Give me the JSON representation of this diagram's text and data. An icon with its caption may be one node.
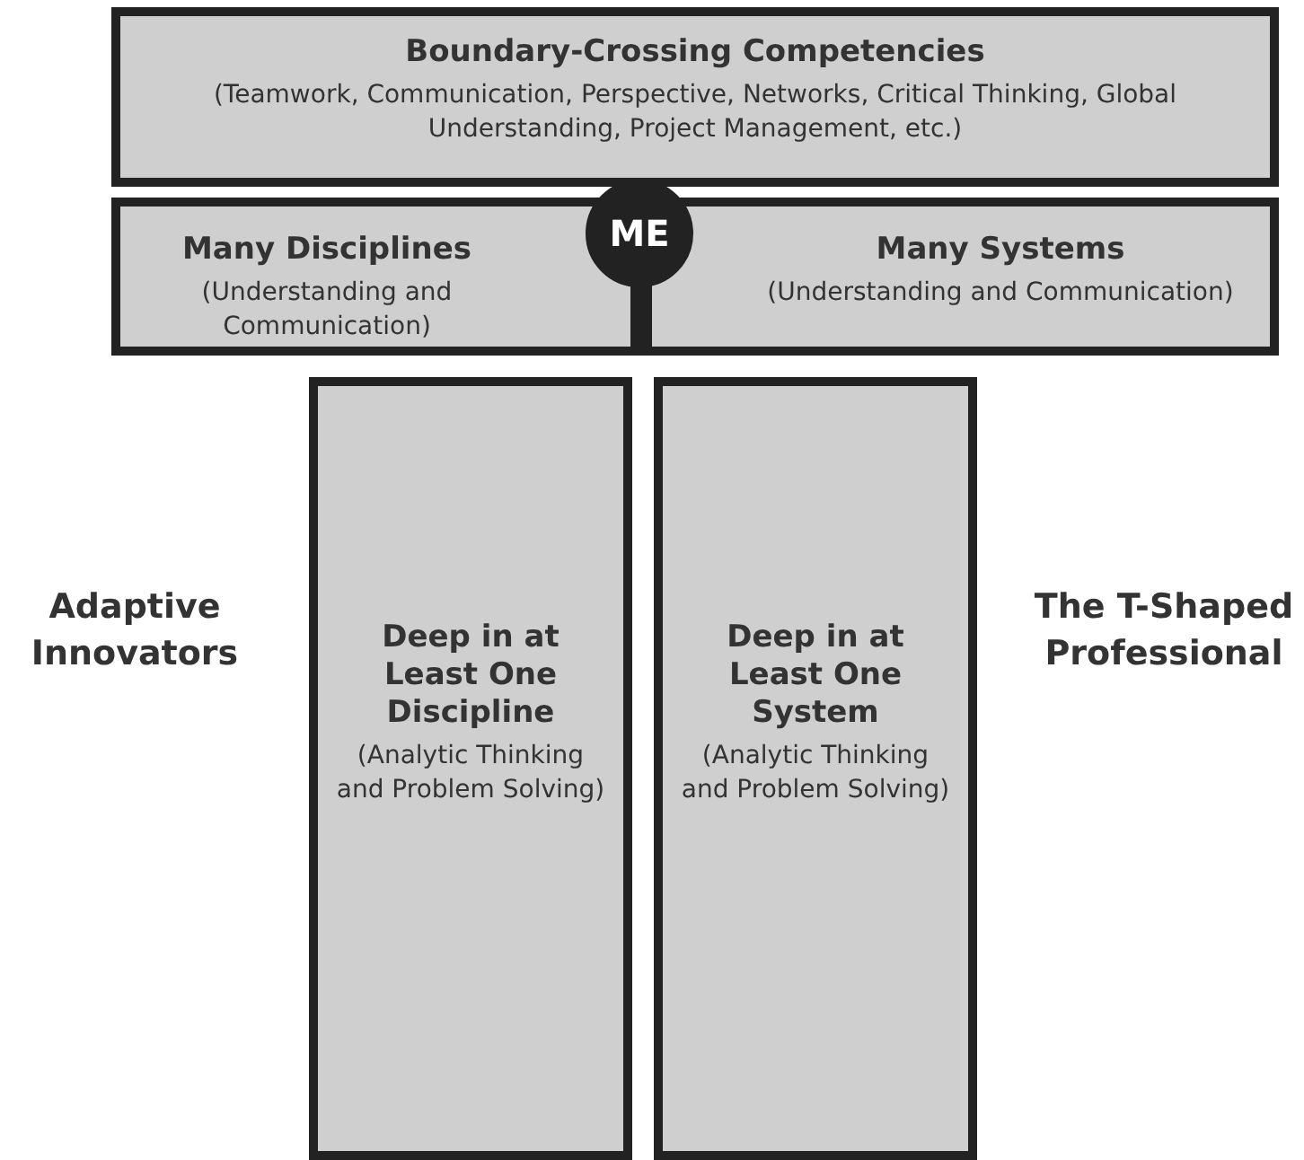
{
  "diagram": {
    "nodes": [
      {
        "text": [
          "Boundary-Crossing Competencies",
          "(Teamwork, Communication, Perspective, Networks, Critical Thinking, Global Understanding, Project Management, etc.)"
        ]
      },
      {
        "text": [
          "Many Disciplines",
          "(Understanding and Communication)"
        ]
      },
      {
        "text": [
          "ME"
        ]
      },
      {
        "text": [
          "Many Systems",
          "(Understanding and Communication)"
        ]
      },
      {
        "text": [
          "Deep in at Least One Discipline",
          "(Analytic Thinking and Problem Solving)"
        ]
      },
      {
        "text": [
          "Deep in at Least One System",
          "(Analytic Thinking and Problem Solving)"
        ]
      }
    ],
    "labels": [
      "Adaptive Innovators",
      "The T-Shaped Professional"
    ]
  }
}
